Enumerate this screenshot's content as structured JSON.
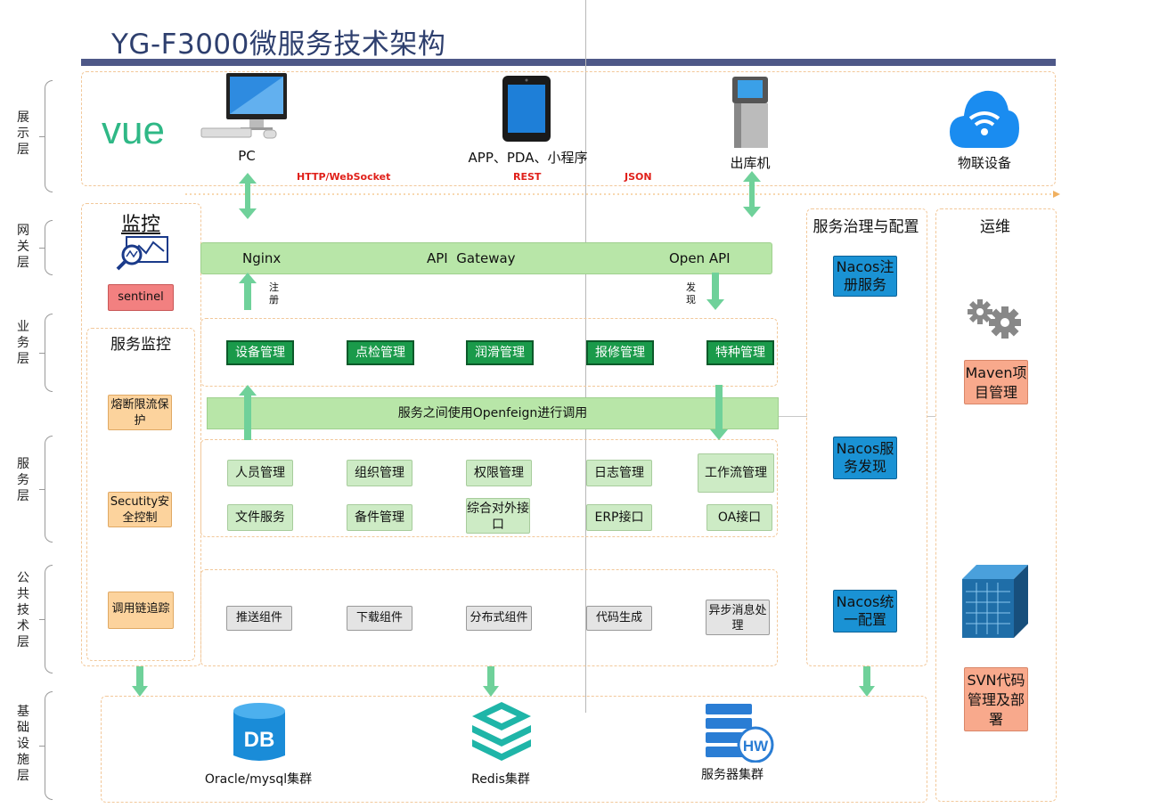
{
  "title": "YG-F3000微服务技术架构",
  "layers": {
    "presentation": "展示层",
    "gateway": "网关层",
    "business": "业务层",
    "service": "服务层",
    "common": "公共技术层",
    "infra": "基础设施层"
  },
  "presentation": {
    "vue": "vue",
    "pc": "PC",
    "mobile": "APP、PDA、小程序",
    "kiosk": "出库机",
    "iot": "物联设备",
    "protocols": [
      "HTTP/WebSocket",
      "REST",
      "JSON"
    ]
  },
  "monitoring": {
    "title": "监控",
    "sentinel": "sentinel",
    "service_monitor": "服务监控",
    "items": [
      "熔断限流保护",
      "Secutity安全控制",
      "调用链追踪"
    ]
  },
  "gateway": {
    "nginx": "Nginx",
    "api": "API  Gateway",
    "open": "Open API",
    "register": "注册",
    "discover": "发现"
  },
  "business": [
    "设备管理",
    "点检管理",
    "润滑管理",
    "报修管理",
    "特种管理"
  ],
  "openfeign": "服务之间使用Openfeign进行调用",
  "services": {
    "row1": [
      "人员管理",
      "组织管理",
      "权限管理",
      "日志管理",
      "工作流管理"
    ],
    "row2": [
      "文件服务",
      "备件管理",
      "综合对外接口",
      "ERP接口",
      "OA接口"
    ]
  },
  "common": [
    "推送组件",
    "下载组件",
    "分布式组件",
    "代码生成",
    "异步消息处理"
  ],
  "governance": {
    "title": "服务治理与配置",
    "items": [
      "Nacos注册服务",
      "Nacos服务发现",
      "Nacos统一配置"
    ]
  },
  "ops": {
    "title": "运维",
    "maven": "Maven项目管理",
    "svn": "SVN代码管理及部署"
  },
  "infra": {
    "db": "Oracle/mysql集群",
    "db_icon_text": "DB",
    "redis": "Redis集群",
    "server": "服务器集群",
    "server_icon_text": "HW"
  },
  "colors": {
    "green_dark": "#1a9a4a",
    "green_light": "#b8e6a8",
    "blue": "#1a92d4",
    "orange": "#fcd39d",
    "salmon": "#f8a98c",
    "red": "#f28080",
    "arrow": "#6fd19a",
    "title_bar": "#4e5888"
  }
}
